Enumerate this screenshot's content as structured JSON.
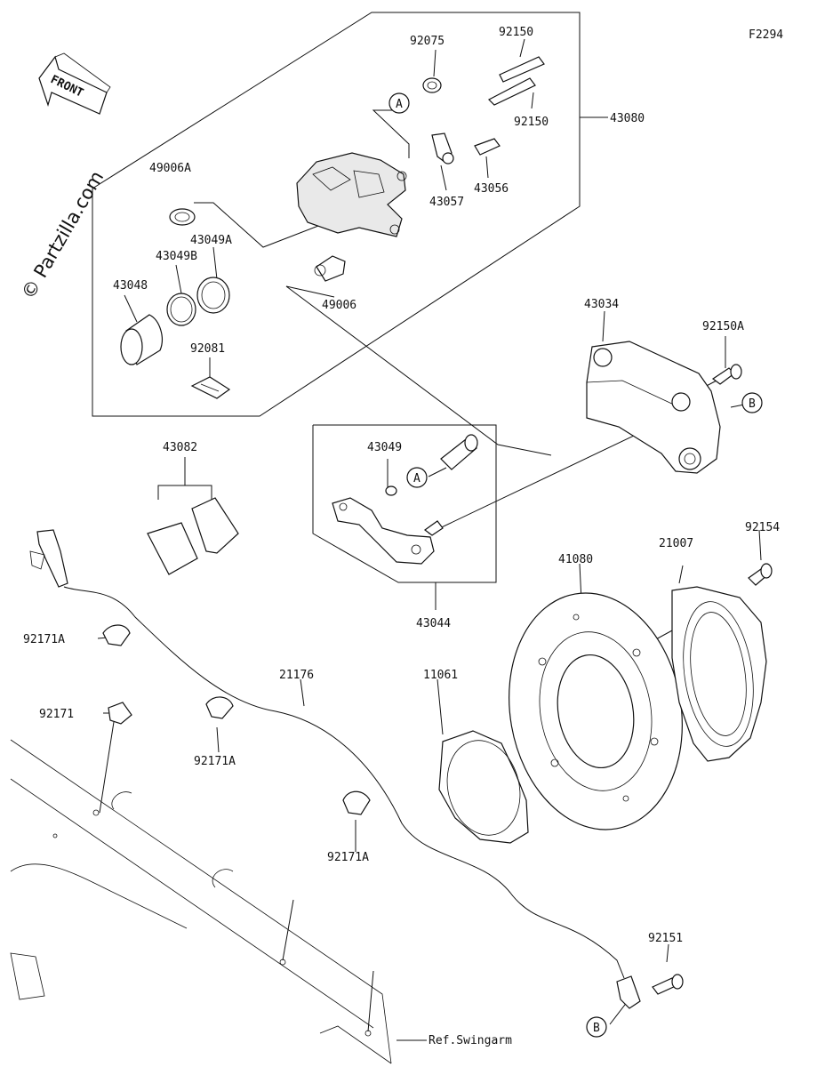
{
  "figure_code": "F2294",
  "watermark": "© Partzilla.com",
  "front_label": "FRONT",
  "reference_text": "Ref.Swingarm",
  "callouts": {
    "a": "A",
    "b": "B"
  },
  "part_labels": {
    "p92075": "92075",
    "p92150_top": "92150",
    "p92150_bottom": "92150",
    "p43080": "43080",
    "p43057": "43057",
    "p43056": "43056",
    "p49006a": "49006A",
    "p43049a": "43049A",
    "p43049b": "43049B",
    "p43048": "43048",
    "p49006": "49006",
    "p92081": "92081",
    "p43034": "43034",
    "p92150a": "92150A",
    "p43082": "43082",
    "p43049": "43049",
    "p43044": "43044",
    "p92154": "92154",
    "p21007": "21007",
    "p41080": "41080",
    "p92171a_1": "92171A",
    "p92171": "92171",
    "p92171a_2": "92171A",
    "p21176": "21176",
    "p11061": "11061",
    "p92171a_3": "92171A",
    "p92151": "92151"
  }
}
